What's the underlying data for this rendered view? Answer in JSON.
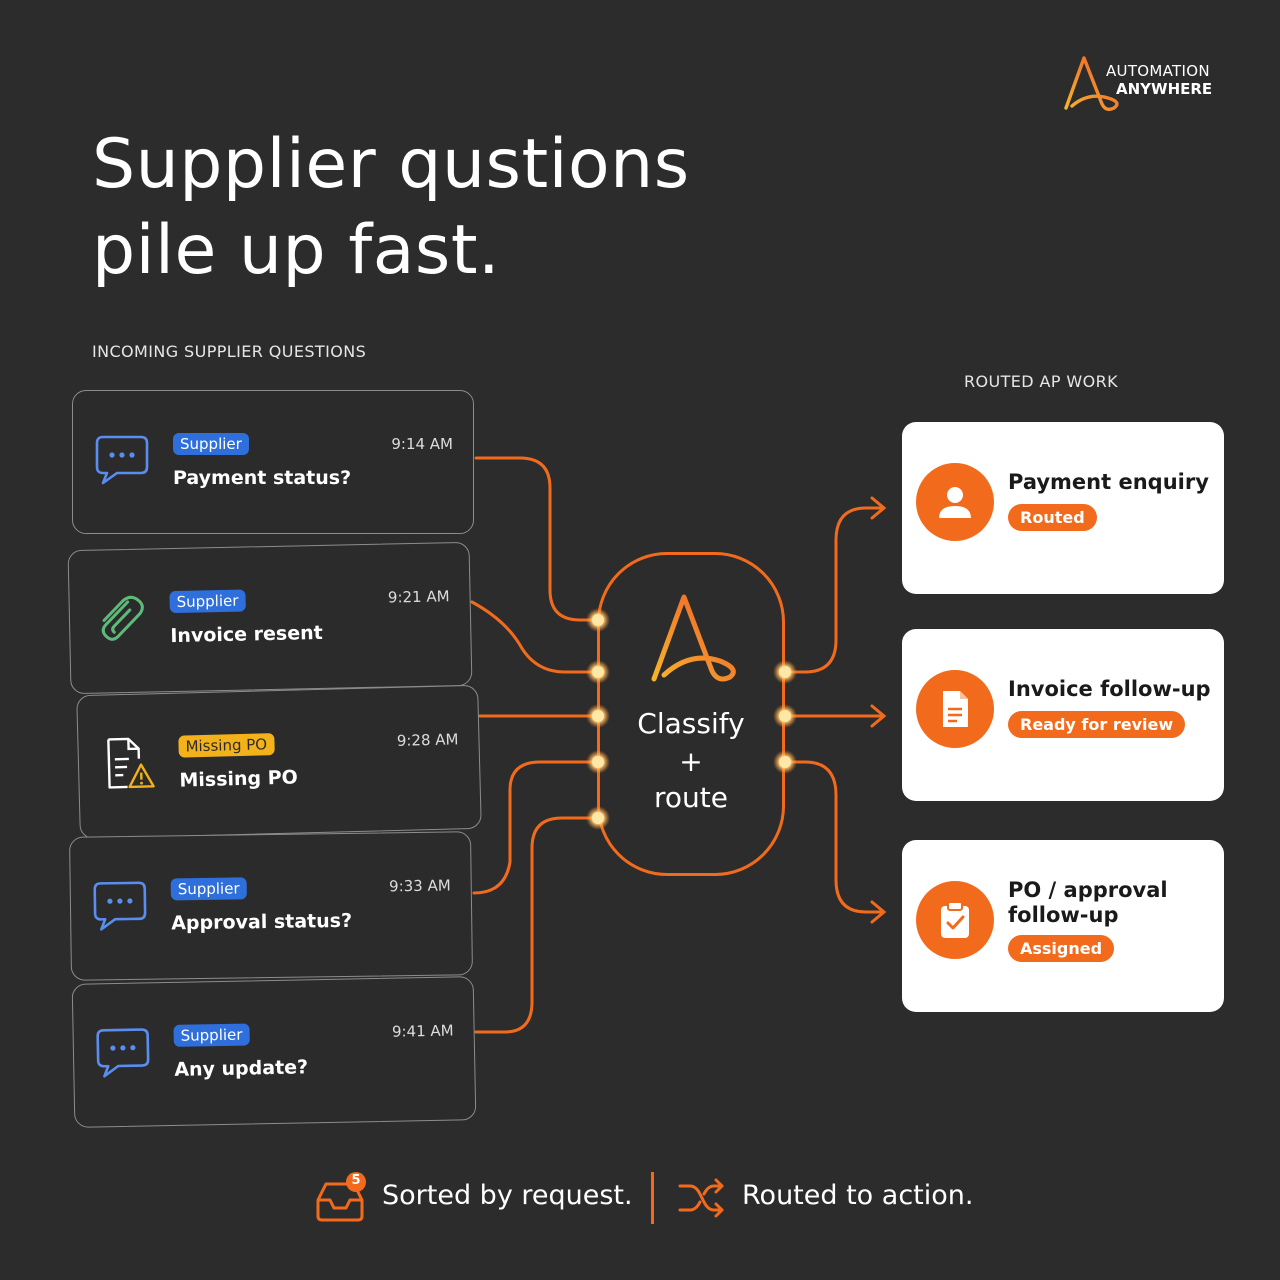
{
  "brand": {
    "line1": "AUTOMATION",
    "line2": "ANYWHERE"
  },
  "headline": {
    "line1": "Supplier qustions",
    "line2": "pile up fast."
  },
  "incoming": {
    "label": "INCOMING SUPPLIER QUESTIONS",
    "cards": [
      {
        "tag": "Supplier",
        "title": "Payment status?",
        "time": "9:14 AM",
        "icon": "chat-bubble-icon"
      },
      {
        "tag": "Supplier",
        "title": "Invoice resent",
        "time": "9:21 AM",
        "icon": "paperclip-icon"
      },
      {
        "tag": "Missing PO",
        "title": "Missing PO",
        "time": "9:28 AM",
        "icon": "document-warning-icon"
      },
      {
        "tag": "Supplier",
        "title": "Approval status?",
        "time": "9:33 AM",
        "icon": "chat-bubble-icon"
      },
      {
        "tag": "Supplier",
        "title": "Any update?",
        "time": "9:41 AM",
        "icon": "chat-bubble-icon"
      }
    ]
  },
  "hub": {
    "line1": "Classify",
    "line2": "+",
    "line3": "route"
  },
  "routed": {
    "label": "ROUTED AP WORK",
    "cards": [
      {
        "title": "Payment enquiry",
        "badge": "Routed",
        "icon": "person-icon"
      },
      {
        "title": "Invoice follow-up",
        "badge": "Ready for review",
        "icon": "document-icon"
      },
      {
        "title_line1": "PO / approval",
        "title_line2": "follow-up",
        "badge": "Assigned",
        "icon": "clipboard-check-icon"
      }
    ]
  },
  "footer": {
    "left": "Sorted by request.",
    "inbox_count": "5",
    "right": "Routed to action."
  },
  "colors": {
    "accent": "#f26b1d",
    "background": "#2c2c2c",
    "supplier_tag": "#2f6fdb",
    "warn_tag": "#f3b21a",
    "node_glow": "#ffd37a"
  }
}
